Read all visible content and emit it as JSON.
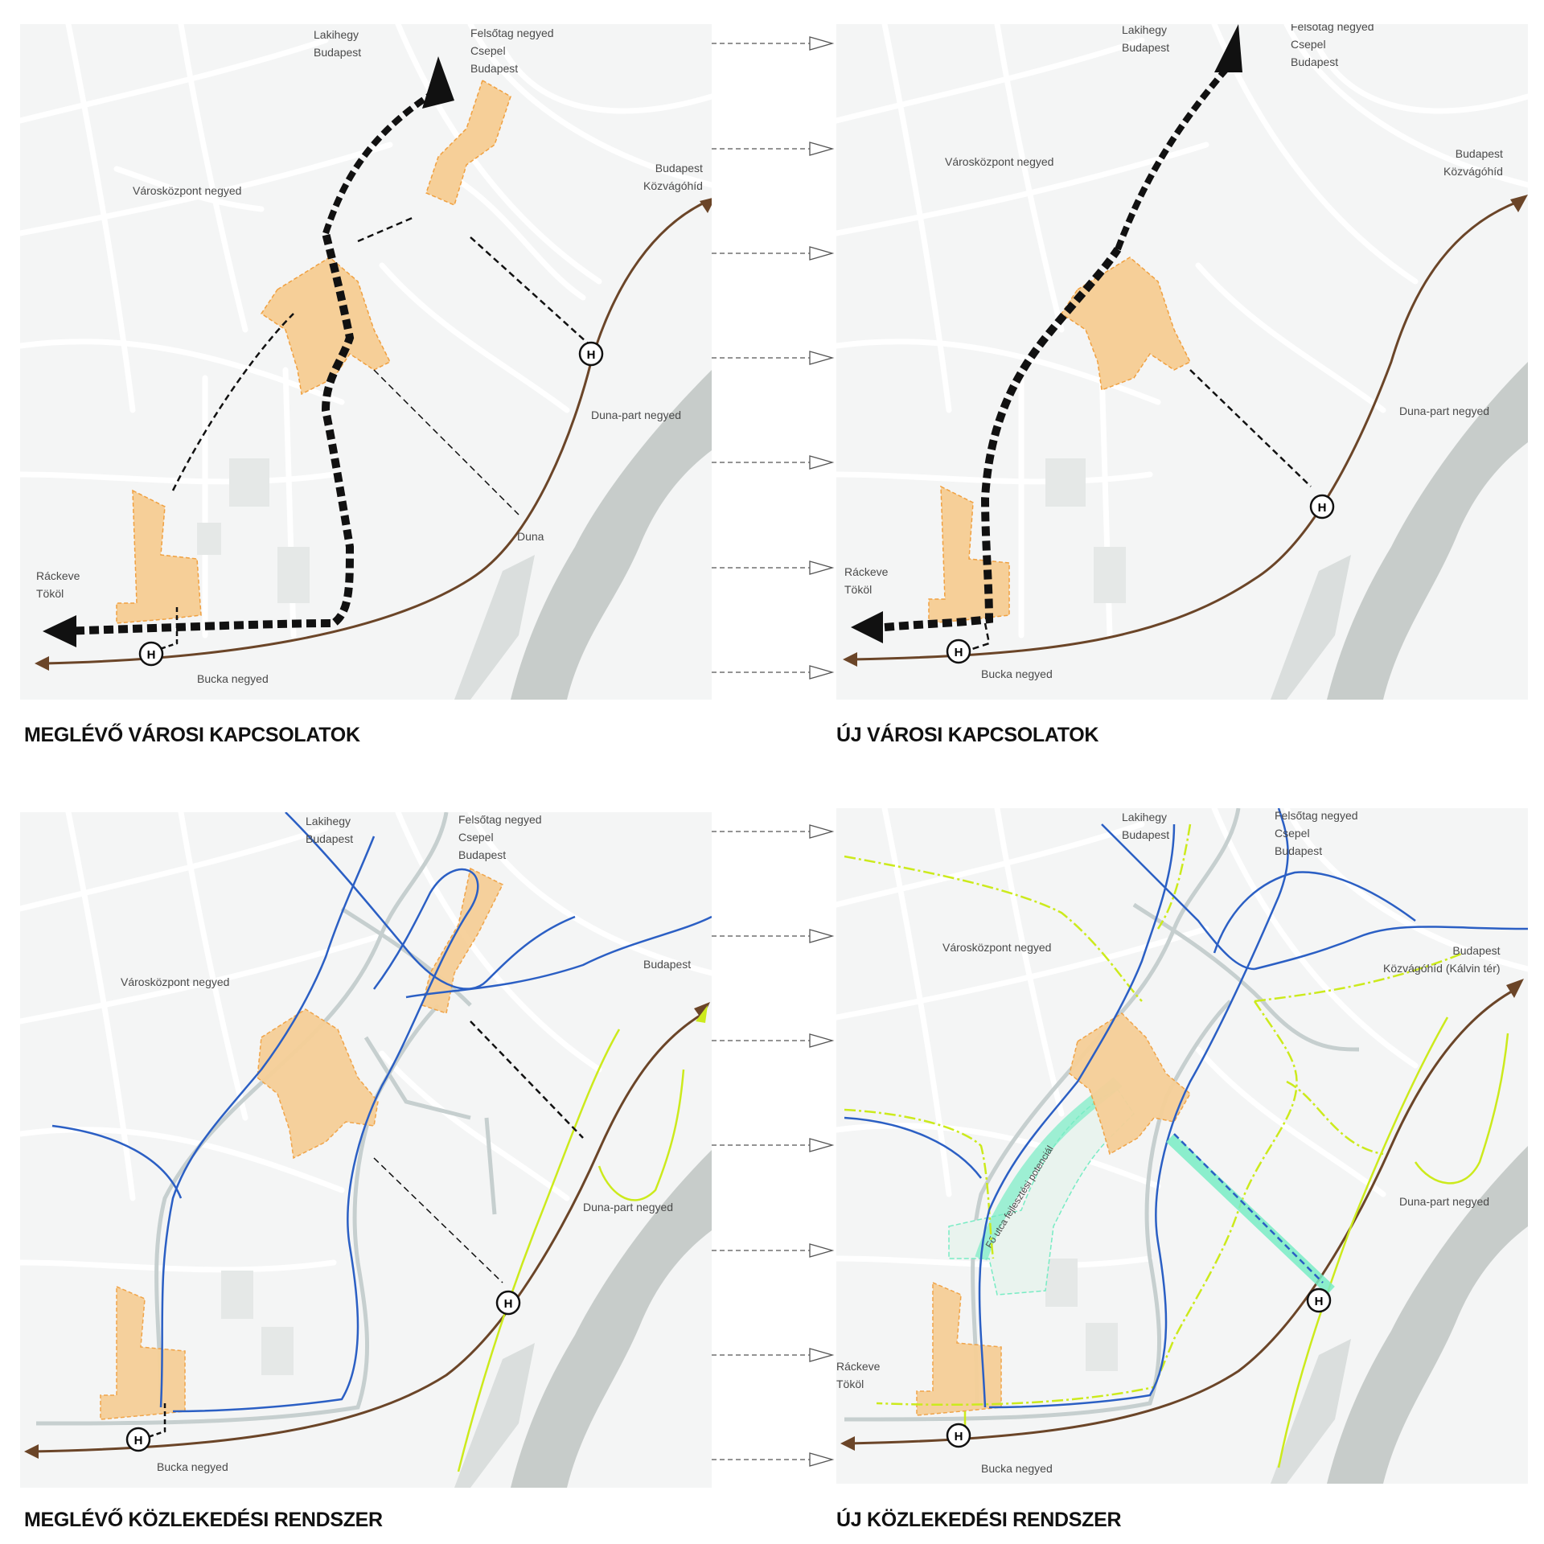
{
  "colors": {
    "background": "#f4f5f5",
    "street": "#ffffff",
    "river": "#c7ccca",
    "block": "#e5e8e7",
    "building": "#f6cf98",
    "building_outline": "#f0a040",
    "railway": "#6b4528",
    "connection": "#111111",
    "bus": "#2b5fc4",
    "road": "#c6cfcf",
    "bike": "#ccea1c",
    "green_corridor": "#78ecc4",
    "transfer_arrow": "#555555"
  },
  "icons": {
    "station": "hev-station-icon",
    "transfer": "dashed-arrow-icon"
  },
  "panels": [
    {
      "id": "existing-connections",
      "caption": "MEGLÉVŐ VÁROSI KAPCSOLATOK",
      "labels": [
        "Lakihegy\nBudapest",
        "Felsőtag negyed\nCsepel\nBudapest",
        "Városközpont negyed",
        "Budapest\nKözvágóhíd",
        "Duna-part negyed",
        "Duna",
        "Ráckeve\nTököl",
        "Bucka negyed"
      ]
    },
    {
      "id": "new-connections",
      "caption": "ÚJ VÁROSI KAPCSOLATOK",
      "labels": [
        "Lakihegy\nBudapest",
        "Felsőtag negyed\nCsepel\nBudapest",
        "Városközpont negyed",
        "Budapest\nKözvágóhíd",
        "Duna-part negyed",
        "Ráckeve\nTököl",
        "Bucka negyed"
      ]
    },
    {
      "id": "existing-transport",
      "caption": "MEGLÉVŐ KÖZLEKEDÉSI RENDSZER",
      "labels": [
        "Lakihegy\nBudapest",
        "Felsőtag negyed\nCsepel\nBudapest",
        "Városközpont negyed",
        "Budapest",
        "Duna-part negyed",
        "Bucka negyed"
      ]
    },
    {
      "id": "new-transport",
      "caption": "ÚJ KÖZLEKEDÉSI RENDSZER",
      "labels": [
        "Lakihegy\nBudapest",
        "Felsőtag negyed\nCsepel\nBudapest",
        "Városközpont negyed",
        "Budapest\nKözvágóhíd (Kálvin tér)",
        "Duna-part negyed",
        "Ráckeve\nTököl",
        "Bucka negyed",
        "Fő utca fejlesztési potenciál"
      ]
    }
  ]
}
